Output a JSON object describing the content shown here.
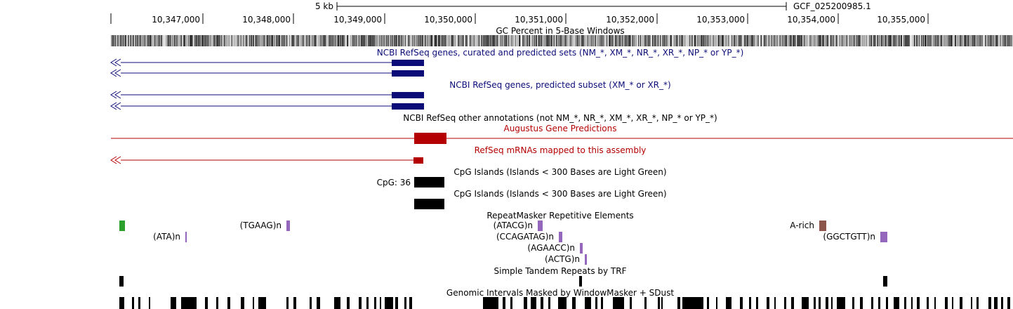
{
  "scale": {
    "label": "5 kb",
    "assembly": "GCF_025200985.1"
  },
  "ruler": {
    "positions": [
      "10,347,000",
      "10,348,000",
      "10,349,000",
      "10,350,000",
      "10,351,000",
      "10,352,000",
      "10,353,000",
      "10,354,000",
      "10,355,000"
    ]
  },
  "tracks": {
    "gc_percent": "GC Percent in 5-Base Windows",
    "refseq_all": "NCBI RefSeq genes, curated and predicted sets (NM_*, XM_*, NR_*, XR_*, NP_* or YP_*)",
    "refseq_predicted": "NCBI RefSeq genes, predicted subset (XM_* or XR_*)",
    "refseq_other": "NCBI RefSeq other annotations (not NM_*, NR_*, XM_*, XR_*, NP_* or YP_*)",
    "augustus": "Augustus Gene Predictions",
    "refseq_mrna": "RefSeq mRNAs mapped to this assembly",
    "cpg1": "CpG Islands (Islands < 300 Bases are Light Green)",
    "cpg1_item": "CpG: 36",
    "cpg2": "CpG Islands (Islands < 300 Bases are Light Green)",
    "repeatmasker": "RepeatMasker Repetitive Elements",
    "trf": "Simple Tandem Repeats by TRF",
    "windowmasker": "Genomic Intervals Masked by WindowMasker + SDust"
  },
  "repeats": {
    "tgaag": "(TGAAG)n",
    "ata": "(ATA)n",
    "atacg": "(ATACG)n",
    "ccagatag": "(CCAGATAG)n",
    "agaacc": "(AGAACC)n",
    "actg": "(ACTG)n",
    "arich": "A-rich",
    "ggctgtt": "(GGCTGTT)n"
  },
  "colors": {
    "refseq": "#0c0c78",
    "augustus": "#b40000",
    "cpg": "#000000",
    "repeat_simple": "#9467bd",
    "repeat_green": "#2ca02c",
    "repeat_brown": "#8c564b"
  }
}
